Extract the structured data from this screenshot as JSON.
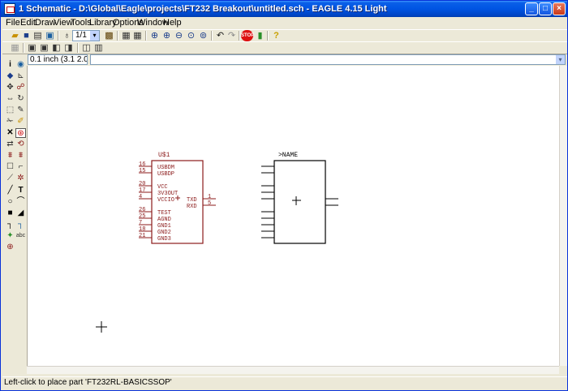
{
  "window": {
    "title": "1 Schematic - D:\\Global\\Eagle\\projects\\FT232 Breakout\\untitled.sch - EAGLE 4.15 Light",
    "minimize": "_",
    "maximize": "□",
    "close": "×"
  },
  "menu": [
    "File",
    "Edit",
    "Draw",
    "View",
    "Tools",
    "Library",
    "Options",
    "Window",
    "Help"
  ],
  "toolbar": {
    "sheet_select": "1/1",
    "dropdown_glyph": "▾"
  },
  "coordinate_display": "0.1 inch (3.1 2.0)",
  "command_line": {
    "value": "",
    "dropdown_glyph": "▾"
  },
  "schematic": {
    "part": {
      "name": "U$1",
      "left_pins": [
        {
          "number": "16",
          "label": "USBDM"
        },
        {
          "number": "15",
          "label": "USBDP"
        },
        {
          "number": "20",
          "label": "VCC"
        },
        {
          "number": "17",
          "label": "3V3OUT"
        },
        {
          "number": "4",
          "label": "VCCIO"
        },
        {
          "number": "26",
          "label": "TEST"
        },
        {
          "number": "25",
          "label": "AGND"
        },
        {
          "number": "7",
          "label": "GND1"
        },
        {
          "number": "18",
          "label": "GND2"
        },
        {
          "number": "21",
          "label": "GND3"
        }
      ],
      "right_pins": [
        {
          "number": "1",
          "label": "TXD"
        },
        {
          "number": "5",
          "label": "RXD"
        }
      ]
    },
    "ghost_label": ">NAME"
  },
  "status_bar": "Left-click to place part 'FT232RL-BASICSSOP'",
  "colors": {
    "titlebar": "#0054e3",
    "part_outline": "#8b1a1a",
    "pin_text": "#8b1a1a",
    "ghost_outline": "#000000",
    "canvas": "#ffffff"
  }
}
